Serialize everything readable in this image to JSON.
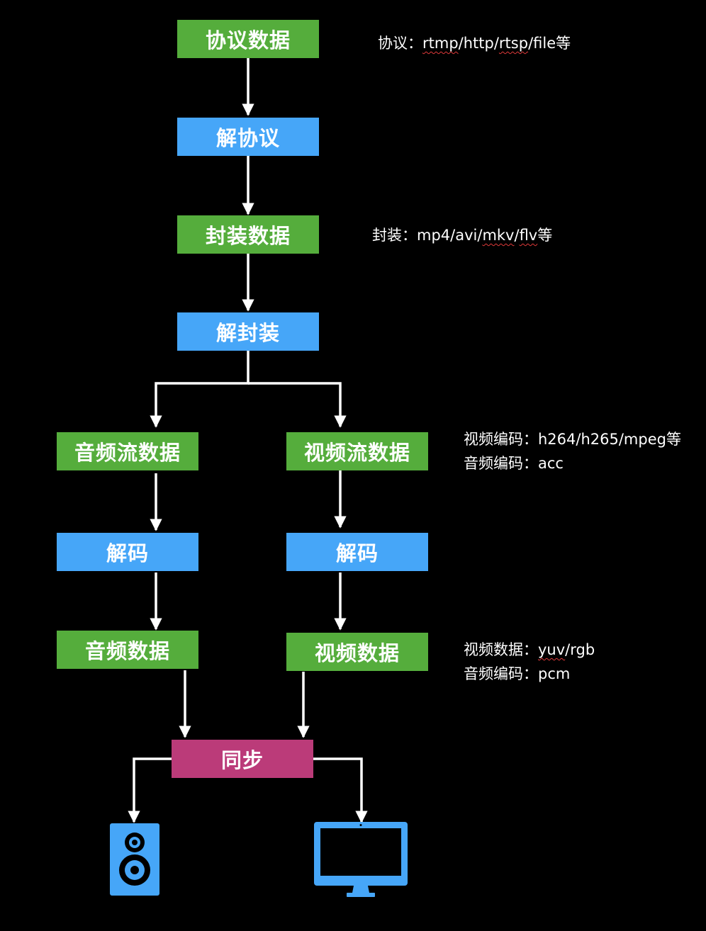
{
  "nodes": {
    "protocol_data": "协议数据",
    "demux_protocol": "解协议",
    "container_data": "封装数据",
    "demux_container": "解封装",
    "audio_stream_data": "音频流数据",
    "video_stream_data": "视频流数据",
    "audio_decode": "解码",
    "video_decode": "解码",
    "audio_data": "音频数据",
    "video_data": "视频数据",
    "sync": "同步"
  },
  "notes": {
    "protocol": {
      "label": "协议：",
      "values": [
        "rtmp",
        "/http/",
        "rtsp",
        "/file等"
      ]
    },
    "container": {
      "label": "封装：",
      "values": [
        "mp4/avi/",
        "mkv",
        "/",
        "flv",
        "等"
      ]
    },
    "stream_video": {
      "label": "视频编码：",
      "value": "h264/h265/mpeg等"
    },
    "stream_audio": {
      "label": "音频编码：",
      "value": "acc"
    },
    "raw_video": {
      "label": "视频数据：",
      "values": [
        "yuv",
        "/rgb"
      ]
    },
    "raw_audio": {
      "label": "音频编码：",
      "value": "pcm"
    }
  },
  "outputs": {
    "speaker": "speaker-icon",
    "monitor": "monitor-icon"
  },
  "colors": {
    "data_node": "#55ad3c",
    "process_node": "#46a6f8",
    "sync_node": "#bb3b79",
    "device": "#46a6f8",
    "background": "#000000",
    "arrow": "#ffffff"
  }
}
